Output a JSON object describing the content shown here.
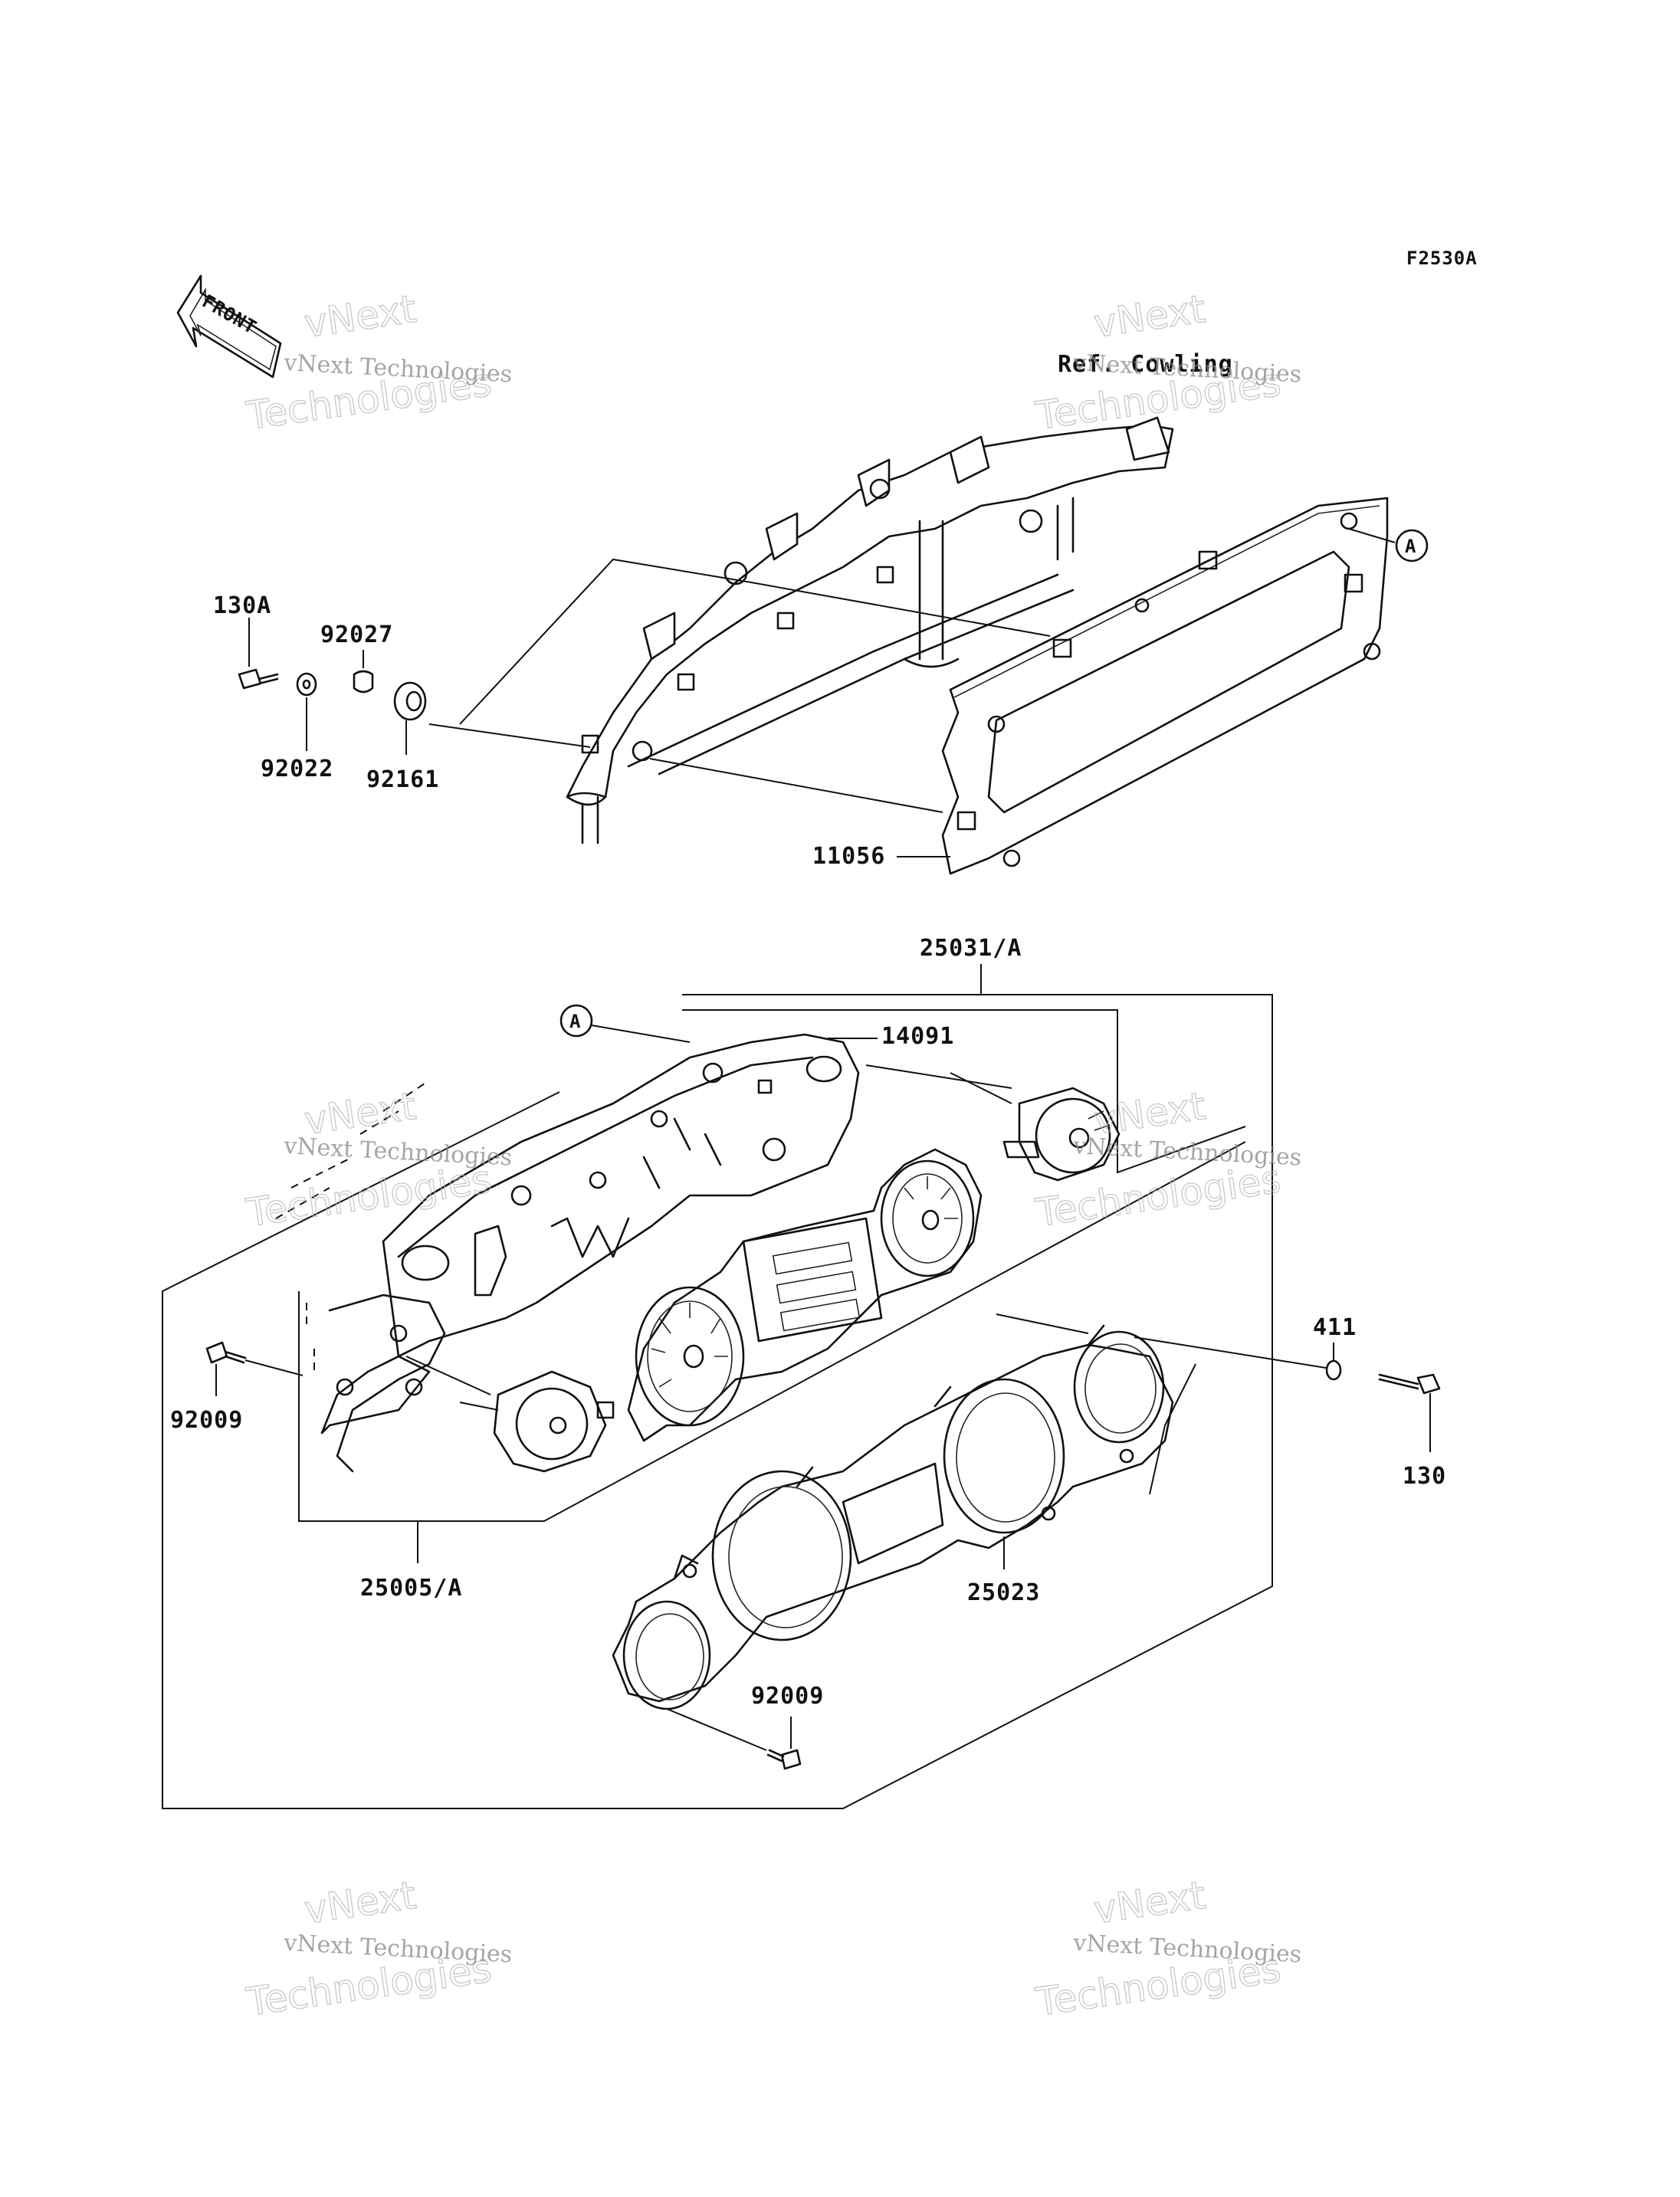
{
  "diagram_code": "F2530A",
  "front_arrow_label": "FRONT",
  "reference_note": "Ref. Cowling",
  "callout_A": "A",
  "parts": {
    "p130A": "130A",
    "p92027": "92027",
    "p92022": "92022",
    "p92161": "92161",
    "p11056": "11056",
    "p25031A": "25031/A",
    "p14091": "14091",
    "p92009_left": "92009",
    "p411": "411",
    "p130": "130",
    "p25005A": "25005/A",
    "p25023": "25023",
    "p92009_bottom": "92009"
  },
  "watermark": {
    "small": "vNext Technologies",
    "line1": "vNext",
    "line2": "Technologies"
  }
}
